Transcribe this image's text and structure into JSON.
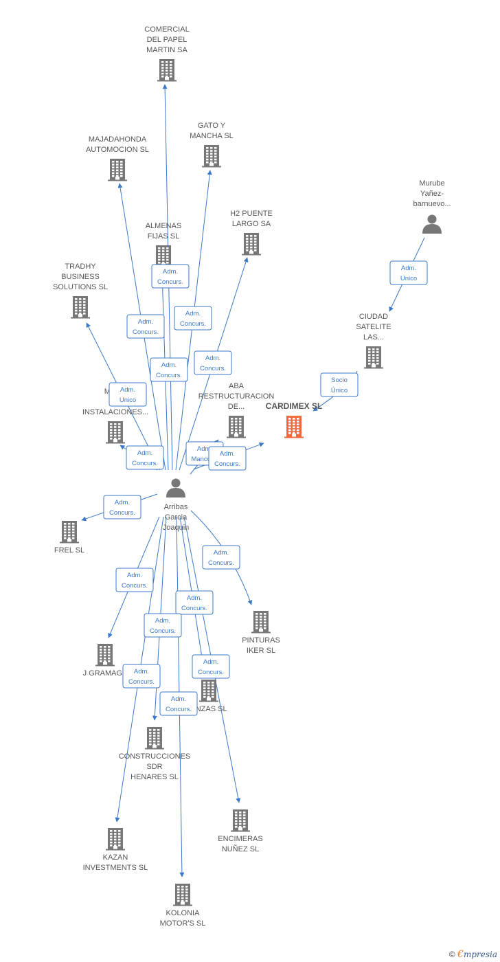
{
  "nodes": [
    {
      "id": "arribas",
      "type": "person",
      "label": [
        "Arribas",
        "Garcia",
        "Joaquin"
      ]
    },
    {
      "id": "murube",
      "type": "person",
      "label": [
        "Murube",
        "Yañez-",
        "barnuevo..."
      ]
    },
    {
      "id": "comercial",
      "type": "company",
      "label": [
        "COMERCIAL",
        "DEL PAPEL",
        "MARTIN SA"
      ]
    },
    {
      "id": "gato",
      "type": "company",
      "label": [
        "GATO Y",
        "MANCHA SL"
      ]
    },
    {
      "id": "majadahonda",
      "type": "company",
      "label": [
        "MAJADAHONDA",
        "AUTOMOCION SL"
      ]
    },
    {
      "id": "h2",
      "type": "company",
      "label": [
        "H2 PUENTE",
        "LARGO SA"
      ]
    },
    {
      "id": "almenas",
      "type": "company",
      "label": [
        "ALMENAS",
        "FIJAS SL"
      ]
    },
    {
      "id": "tradhy",
      "type": "company",
      "label": [
        "TRADHY",
        "BUSINESS",
        "SOLUTIONS SL"
      ]
    },
    {
      "id": "ciudad",
      "type": "company",
      "label": [
        "CIUDAD",
        "SATELITE",
        "LAS..."
      ]
    },
    {
      "id": "mont",
      "type": "company",
      "label": [
        "MONT",
        "",
        "INSTALACIONES..."
      ]
    },
    {
      "id": "aba",
      "type": "company",
      "label": [
        "ABA",
        "RESTRUCTURACION",
        "DE..."
      ]
    },
    {
      "id": "cardimex",
      "type": "company",
      "focus": true,
      "label": [
        "CARDIMEX SL"
      ]
    },
    {
      "id": "frel",
      "type": "company",
      "label": [
        "FREL SL"
      ]
    },
    {
      "id": "pinturas",
      "type": "company",
      "label": [
        "PINTURAS",
        "IKER SL"
      ]
    },
    {
      "id": "jgramage",
      "type": "company",
      "label": [
        "J GRAMAGE"
      ]
    },
    {
      "id": "anzas",
      "type": "company",
      "label": [
        "ANZAS SL"
      ]
    },
    {
      "id": "construcciones",
      "type": "company",
      "label": [
        "CONSTRUCCIONES",
        "SDR",
        "HENARES SL"
      ]
    },
    {
      "id": "encimeras",
      "type": "company",
      "label": [
        "ENCIMERAS",
        "NUÑEZ SL"
      ]
    },
    {
      "id": "kazan",
      "type": "company",
      "label": [
        "KAZAN",
        "INVESTMENTS SL"
      ]
    },
    {
      "id": "kolonia",
      "type": "company",
      "label": [
        "KOLONIA",
        "MOTOR'S SL"
      ]
    }
  ],
  "edges": [
    {
      "from": "arribas",
      "to": "comercial",
      "role": [
        "Adm.",
        "Concurs."
      ]
    },
    {
      "from": "arribas",
      "to": "gato",
      "role": [
        "Adm.",
        "Concurs."
      ]
    },
    {
      "from": "arribas",
      "to": "majadahonda",
      "role": [
        "Adm.",
        "Concurs."
      ]
    },
    {
      "from": "arribas",
      "to": "h2",
      "role": [
        "Adm.",
        "Concurs."
      ]
    },
    {
      "from": "arribas",
      "to": "almenas",
      "role": [
        "Adm.",
        "Concurs."
      ]
    },
    {
      "from": "arribas",
      "to": "tradhy",
      "role": [
        "Adm.",
        "Unico"
      ]
    },
    {
      "from": "arribas",
      "to": "mont",
      "role": [
        "Adm.",
        "Concurs."
      ]
    },
    {
      "from": "arribas",
      "to": "aba",
      "role": [
        "Adm.",
        "Mancom."
      ]
    },
    {
      "from": "arribas",
      "to": "cardimex",
      "role": [
        "Adm.",
        "Concurs."
      ]
    },
    {
      "from": "arribas",
      "to": "frel",
      "role": [
        "Adm.",
        "Concurs."
      ]
    },
    {
      "from": "arribas",
      "to": "pinturas",
      "role": [
        "Adm.",
        "Concurs."
      ]
    },
    {
      "from": "arribas",
      "to": "jgramage",
      "role": [
        "Adm.",
        "Concurs."
      ]
    },
    {
      "from": "arribas",
      "to": "anzas",
      "role": [
        "Adm.",
        "Concurs."
      ]
    },
    {
      "from": "arribas",
      "to": "construcciones",
      "role": [
        "Adm.",
        "Concurs."
      ]
    },
    {
      "from": "arribas",
      "to": "encimeras",
      "role": [
        "Adm.",
        "Concurs."
      ]
    },
    {
      "from": "arribas",
      "to": "kazan",
      "role": [
        "Adm.",
        "Concurs."
      ]
    },
    {
      "from": "arribas",
      "to": "kolonia",
      "role": [
        "Adm.",
        "Concurs."
      ]
    },
    {
      "from": "murube",
      "to": "ciudad",
      "role": [
        "Adm.",
        "Unico"
      ]
    },
    {
      "from": "ciudad",
      "to": "cardimex",
      "role": [
        "Socio",
        "Único"
      ]
    }
  ],
  "branding": {
    "copyright": "©",
    "brand_initial": "€",
    "brand_rest": "mpresia"
  },
  "colors": {
    "edge": "#3a78c9",
    "node": "#777777",
    "focus": "#f26a3d",
    "label": "#555555",
    "role_border": "#3a78c9"
  }
}
